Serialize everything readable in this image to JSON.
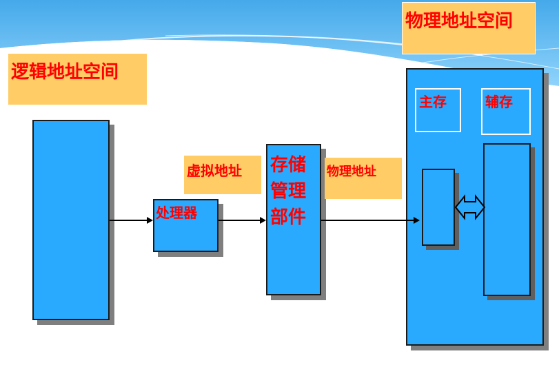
{
  "labels": {
    "logical_space": "逻辑地址空间",
    "physical_space": "物理地址空间",
    "virtual_address": "虚拟地址",
    "physical_address": "物理地址"
  },
  "components": {
    "processor": "处理器",
    "mmu_line1": "存储",
    "mmu_line2": "管理",
    "mmu_line3": "部件",
    "main_memory": "主存",
    "secondary_storage": "辅存"
  },
  "colors": {
    "box_fill": "#29aaff",
    "label_fill": "#ffcc66",
    "text_red": "#ff0000",
    "shadow": "#7f7f7f",
    "header_sky": "#4fb6f0"
  }
}
